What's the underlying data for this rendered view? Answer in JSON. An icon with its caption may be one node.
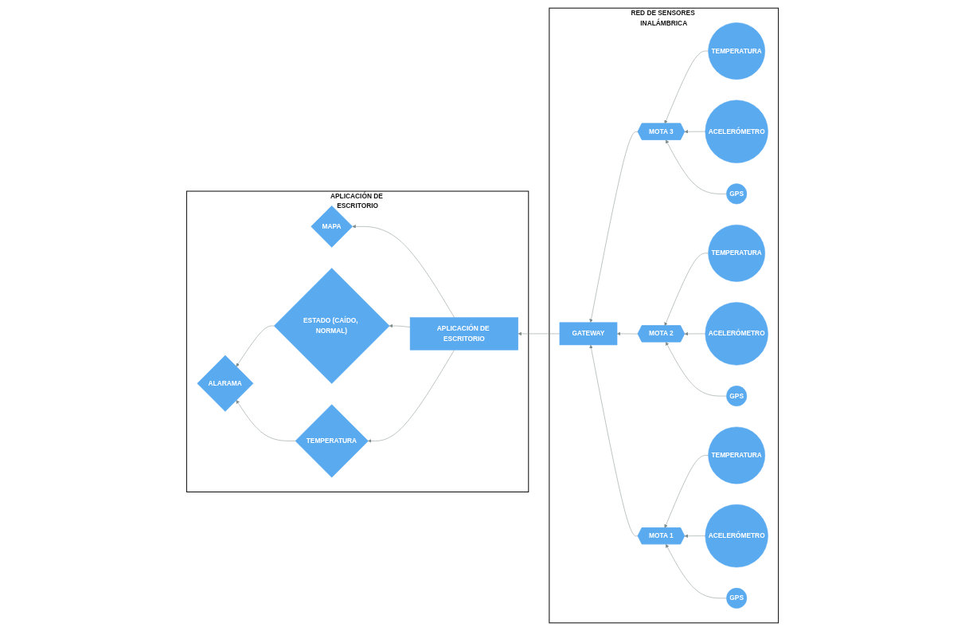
{
  "diagram": {
    "nodes": [
      {
        "text": [
          "APLICACIÓN DE ESCRITORIO"
        ]
      },
      {
        "text": [
          "MAPA"
        ],
        "in": 0
      },
      {
        "text": [
          "ESTADO (CAÍDO, NORMAL)"
        ],
        "in": 0
      },
      {
        "text": [
          "ALARAMA"
        ],
        "in": 0
      },
      {
        "text": [
          "APLICACIÓN DE ESCRITORIO"
        ],
        "in": 0
      },
      {
        "text": [
          "TEMPERATURA"
        ],
        "in": 0
      },
      {
        "text": [
          "RED DE SENSORES INALÁMBRICA"
        ]
      },
      {
        "text": [
          "GATEWAY"
        ],
        "in": 6
      },
      {
        "text": [
          "TEMPERATURA"
        ],
        "in": 6
      },
      {
        "text": [
          "MOTA 3"
        ],
        "in": 6
      },
      {
        "text": [
          "ACELERÓMETRO"
        ],
        "in": 6
      },
      {
        "text": [
          "GPS"
        ],
        "in": 6
      },
      {
        "text": [
          "TEMPERATURA"
        ],
        "in": 6
      },
      {
        "text": [
          "MOTA 2"
        ],
        "in": 6
      },
      {
        "text": [
          "ACELERÓMETRO"
        ],
        "in": 6
      },
      {
        "text": [
          "GPS"
        ],
        "in": 6
      },
      {
        "text": [
          "TEMPERATURA"
        ],
        "in": 6
      },
      {
        "text": [
          "MOTA 1"
        ],
        "in": 6
      },
      {
        "text": [
          "ACELERÓMETRO"
        ],
        "in": 6
      },
      {
        "text": [
          "GPS"
        ],
        "in": 6
      }
    ],
    "edges": [
      {
        "from": 4,
        "to": 1,
        "arrow": "to"
      },
      {
        "from": 4,
        "to": 2,
        "arrow": "to"
      },
      {
        "from": 4,
        "to": 5,
        "arrow": "to"
      },
      {
        "from": 2,
        "to": 3,
        "arrow": "to"
      },
      {
        "from": 5,
        "to": 3,
        "arrow": "to"
      },
      {
        "from": 7,
        "to": 4,
        "arrow": "to"
      },
      {
        "from": 9,
        "to": 7,
        "arrow": "to"
      },
      {
        "from": 13,
        "to": 7,
        "arrow": "to"
      },
      {
        "from": 17,
        "to": 7,
        "arrow": "to"
      },
      {
        "from": 8,
        "to": 9,
        "arrow": "to"
      },
      {
        "from": 10,
        "to": 9,
        "arrow": "to"
      },
      {
        "from": 11,
        "to": 9,
        "arrow": "to"
      },
      {
        "from": 12,
        "to": 13,
        "arrow": "to"
      },
      {
        "from": 14,
        "to": 13,
        "arrow": "to"
      },
      {
        "from": 15,
        "to": 13,
        "arrow": "to"
      },
      {
        "from": 16,
        "to": 17,
        "arrow": "to"
      },
      {
        "from": 18,
        "to": 17,
        "arrow": "to"
      },
      {
        "from": 19,
        "to": 17,
        "arrow": "to"
      }
    ]
  }
}
